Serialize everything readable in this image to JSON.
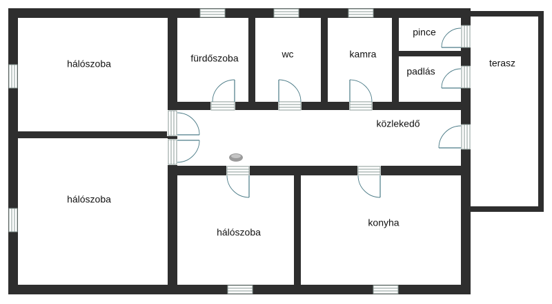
{
  "floorplan": {
    "rooms": {
      "bedroom_top_left": "hálószoba",
      "bathroom": "fürdőszoba",
      "wc": "wc",
      "pantry": "kamra",
      "cellar": "pince",
      "attic": "padlás",
      "terrace": "terasz",
      "hallway": "közlekedő",
      "bedroom_bottom_left": "hálószoba",
      "bedroom_middle": "hálószoba",
      "kitchen": "konyha"
    }
  },
  "colors": {
    "wall": "#2e2e2e",
    "window": "#8a9a95",
    "door": "#4a7a86",
    "background": "#ffffff"
  }
}
